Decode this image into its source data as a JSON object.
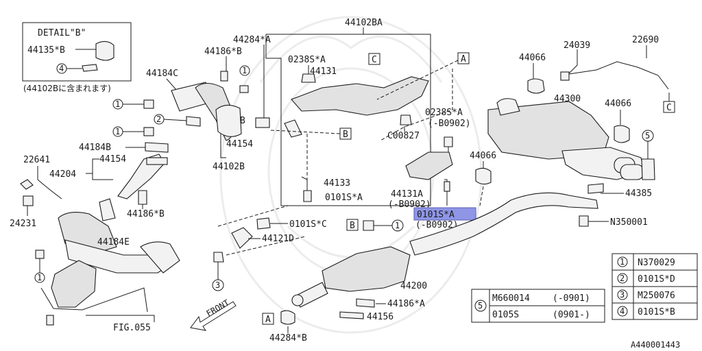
{
  "detail_box": {
    "title": "DETAIL\"B\"",
    "part": "44135*B",
    "circle_ref": "4",
    "note": "(44102Bに含まれます)"
  },
  "callouts": {
    "c44102BA": "44102BA",
    "c44284A": "44284*A",
    "c44186B": "44186*B",
    "c44184C": "44184C",
    "c0238SA_1": "0238S*A",
    "c44131": "44131",
    "c44066_1": "44066",
    "c24039": "24039",
    "c22690": "22690",
    "c44300": "44300",
    "c44066_2": "44066",
    "c0238SA_2": "0238S*A",
    "c_B0902_1": "(-B0902)",
    "cC00827": "C00827",
    "c44154_a": "44154",
    "c44102B": "44102B",
    "c44184B": "44184B",
    "c44154_b": "44154",
    "c22641": "22641",
    "c44204": "44204",
    "c44066_3": "44066",
    "c44133": "44133",
    "c0101SA_1": "0101S*A",
    "c44131A": "44131A",
    "c_B0902_2": "(-B0902)",
    "c44385": "44385",
    "c24231": "24231",
    "c44186B_2": "44186*B",
    "c0101SC": "0101S*C",
    "c0101SA_hl": "0101S*A",
    "c_B0902_3": "(-B0902)",
    "cN350001": "N350001",
    "c44184E": "44184E",
    "c44121D": "44121D",
    "c44200": "44200",
    "c44186A": "44186*A",
    "c44156": "44156",
    "c44284B": "44284*B",
    "cFIG055": "FIG.055",
    "cFRONT": "FRONT",
    "ref_A": "A",
    "ref_B": "B",
    "ref_C": "C",
    "n1": "1",
    "n2": "2",
    "n3": "3",
    "n4": "4",
    "n5": "5"
  },
  "legend": {
    "rows": [
      {
        "num": "1",
        "part": "N370029"
      },
      {
        "num": "2",
        "part": "0101S*D"
      },
      {
        "num": "3",
        "part": "M250076"
      },
      {
        "num": "4",
        "part": "0101S*B"
      }
    ]
  },
  "legend5": {
    "num": "5",
    "rows": [
      {
        "part": "M660014",
        "range": "(-0901)"
      },
      {
        "part": "0105S",
        "range": "(0901-)"
      }
    ]
  },
  "diagram_id": "A440001443"
}
